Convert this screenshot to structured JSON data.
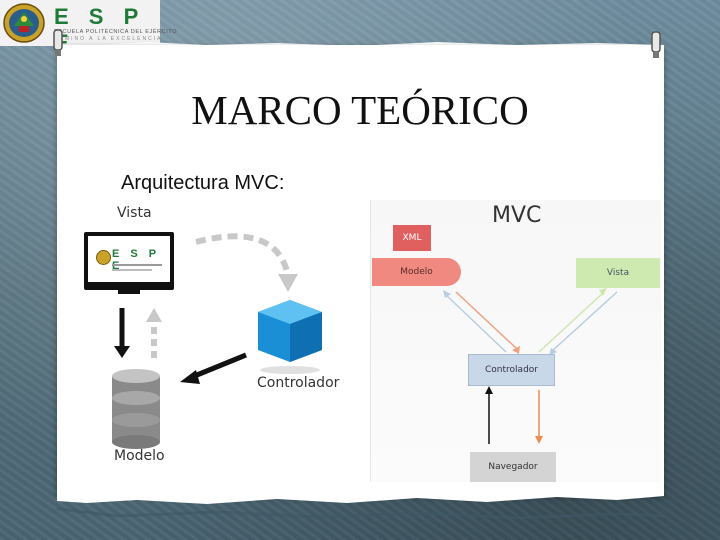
{
  "header": {
    "logo_text": "E S P E",
    "logo_subtitle": "ESCUELA POLITÉCNICA DEL EJÉRCITO",
    "logo_tagline": "CAMINO A LA EXCELENCIA"
  },
  "slide": {
    "title": "MARCO TEÓRICO",
    "subtitle": "Arquitectura MVC:"
  },
  "left_diagram": {
    "vista_label": "Vista",
    "monitor_logo": "E S P E",
    "controlador_label": "Controlador",
    "modelo_label": "Modelo"
  },
  "right_diagram": {
    "title": "MVC",
    "xml": "XML",
    "modelo": "Modelo",
    "vista": "Vista",
    "controlador": "Controlador",
    "navegador": "Navegador"
  },
  "colors": {
    "espe_green": "#1f7a3a",
    "xml_red": "#e06060",
    "modelo_pink": "#f08a80",
    "vista_green": "#cfeab0",
    "controlador_blue": "#c8d8e8",
    "cube_blue": "#1a8fd6"
  }
}
